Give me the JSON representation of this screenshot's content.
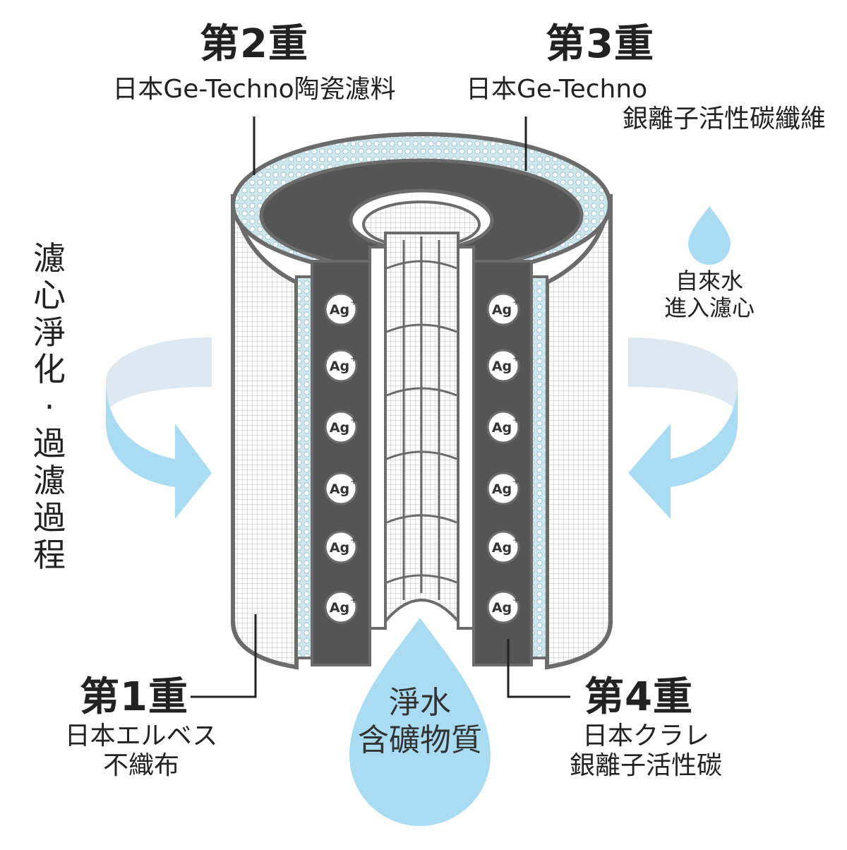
{
  "process_title": [
    "濾",
    "心",
    "淨",
    "化",
    "·",
    "過",
    "濾",
    "過",
    "程"
  ],
  "layers": {
    "layer1": {
      "heading": "第1重",
      "lines": [
        "日本エルベス",
        "不織布"
      ]
    },
    "layer2": {
      "heading": "第2重",
      "lines": [
        "日本Ge-Techno陶瓷濾料"
      ]
    },
    "layer3": {
      "heading": "第3重",
      "lines": [
        "日本Ge-Techno",
        "銀離子活性碳纖維"
      ]
    },
    "layer4": {
      "heading": "第4重",
      "lines": [
        "日本クラレ",
        "銀離子活性碳"
      ]
    }
  },
  "inflow_label": [
    "自來水",
    "進入濾心"
  ],
  "output_label": [
    "淨水",
    "含礦物質"
  ],
  "ion_label": "Ag",
  "ion_superscript": "+",
  "colors": {
    "water": "#a9dcf2",
    "water_light": "#c9e8f6",
    "carbon": "#555555",
    "outline": "#6b6b6b",
    "ceramic": "#cfe6ec",
    "text": "#222222"
  }
}
